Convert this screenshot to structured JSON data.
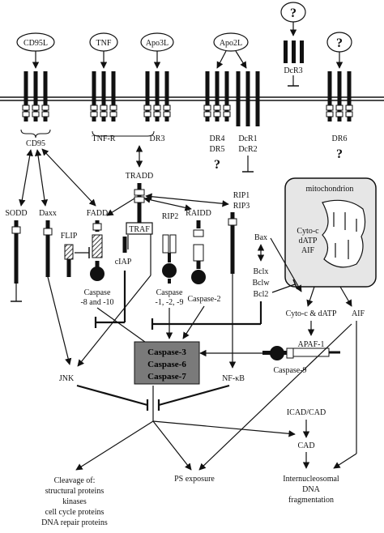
{
  "ligands": {
    "cd95l": "CD95L",
    "tnf": "TNF",
    "apo3l": "Apo3L",
    "apo2l": "Apo2L",
    "unknown": "?"
  },
  "receptors": {
    "cd95": "CD95",
    "tnfr": "TNF-R",
    "dr3": "DR3",
    "dr4": "DR4",
    "dr5": "DR5",
    "dcr1": "DcR1",
    "dcr2": "DcR2",
    "dcr3": "DcR3",
    "dr6": "DR6",
    "unknown": "?"
  },
  "adaptors": {
    "tradd": "TRADD",
    "sodd": "SODD",
    "daxx": "Daxx",
    "fadd": "FADD",
    "flip": "FLIP",
    "traf": "TRAF",
    "ciap": "cIAP",
    "rip2": "RIP2",
    "raidd": "RAIDD",
    "rip1": "RIP1",
    "rip3": "RIP3"
  },
  "caspases": {
    "c8_line1": "Caspase",
    "c8_line2": "-8 and -10",
    "c129_line1": "Caspase",
    "c129_line2": "-1, -2, -9",
    "c2": "Caspase-2",
    "c9": "Caspase-9",
    "exec": [
      "Caspase-3",
      "Caspase-6",
      "Caspase-7"
    ]
  },
  "mito": {
    "title": "mitochondrion",
    "contents": [
      "Cyto-c",
      "dATP",
      "AIF"
    ]
  },
  "bcl": {
    "bax": "Bax",
    "bclx": "Bclx",
    "bclw": "Bclw",
    "bcl2": "Bcl2"
  },
  "release": {
    "cyto": "Cyto-c & dATP",
    "aif": "AIF",
    "apaf": "APAF-1"
  },
  "downstream": {
    "jnk": "JNK",
    "nfkb": "NF-κB",
    "icad": "ICAD/CAD",
    "cad": "CAD"
  },
  "outcomes": {
    "cleavage": [
      "Cleavage of:",
      "structural proteins",
      "kinases",
      "cell cycle proteins",
      "DNA repair proteins"
    ],
    "ps": "PS exposure",
    "dna": [
      "Internucleosomal",
      "DNA",
      "fragmentation"
    ]
  },
  "colors": {
    "ink": "#111111",
    "exec_box": "#7a7a7a",
    "mito_bg": "#e6e6e6",
    "hatch": "#111111"
  }
}
